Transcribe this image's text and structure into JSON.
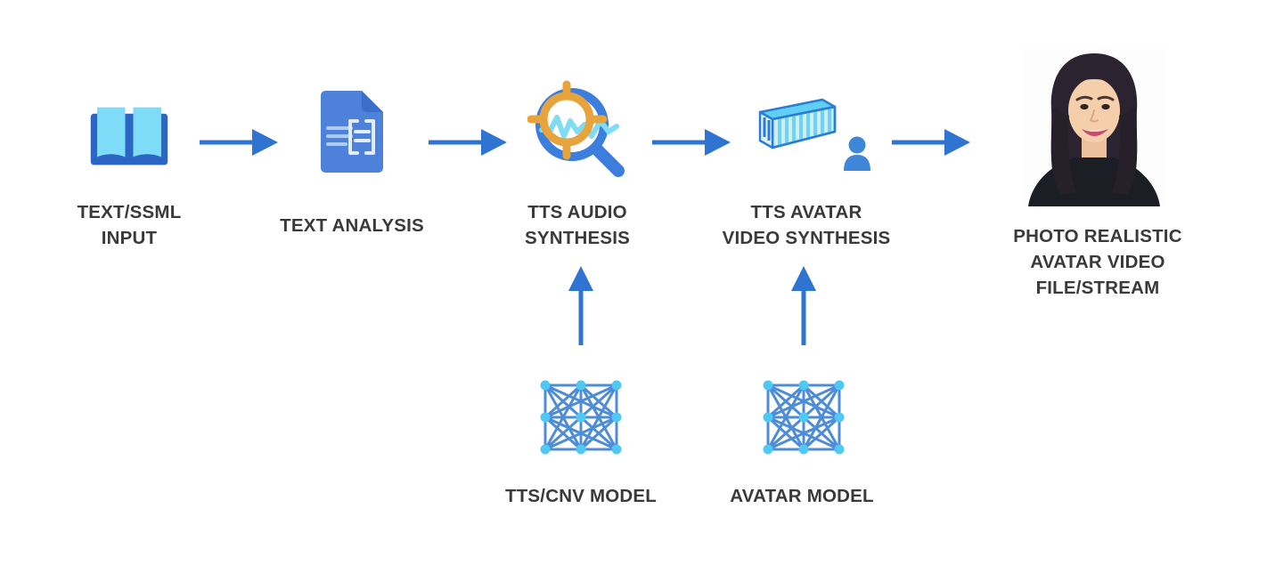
{
  "diagram": {
    "background_color": "#ffffff",
    "colors": {
      "arrow_blue": "#2e74d0",
      "label_text": "#3a3a3a",
      "book_cover_blue": "#2b66c6",
      "book_page_cyan": "#7edcf8",
      "document_blue": "#4e82da",
      "document_fold_blue": "#3a6ec8",
      "magnifier_blue": "#3b7ede",
      "target_orange": "#e8a43c",
      "waveform_cyan": "#7fdcf4",
      "container_top_cyan": "#5fd0f4",
      "container_face_light": "#cdeffb",
      "container_outline_blue": "#2b7cd3",
      "person_blue": "#3e86d8",
      "network_edge_blue": "#3b7fd4",
      "network_node_cyan": "#4fc9f2"
    },
    "pipeline": {
      "stages": [
        {
          "id": "text-ssml-input",
          "icon": "open-book-icon",
          "label_lines": [
            "TEXT/SSML",
            "INPUT"
          ]
        },
        {
          "id": "text-analysis",
          "icon": "document-scan-icon",
          "label_lines": [
            "TEXT ANALYSIS"
          ]
        },
        {
          "id": "tts-audio-synthesis",
          "icon": "audio-search-icon",
          "label_lines": [
            "TTS AUDIO",
            "SYNTHESIS"
          ]
        },
        {
          "id": "tts-avatar-video-synthesis",
          "icon": "container-person-icon",
          "label_lines": [
            "TTS AVATAR",
            "VIDEO SYNTHESIS"
          ]
        },
        {
          "id": "photo-realistic-output",
          "icon": "woman-portrait-photo",
          "label_lines": [
            "PHOTO REALISTIC",
            "AVATAR VIDEO",
            "FILE/STREAM"
          ]
        }
      ],
      "flow_arrows": 4
    },
    "models": [
      {
        "id": "tts-cnv-model",
        "icon": "neural-network-icon",
        "label": "TTS/CNV MODEL",
        "feeds_into": "tts-audio-synthesis"
      },
      {
        "id": "avatar-model",
        "icon": "neural-network-icon",
        "label": "AVATAR MODEL",
        "feeds_into": "tts-avatar-video-synthesis"
      }
    ]
  }
}
